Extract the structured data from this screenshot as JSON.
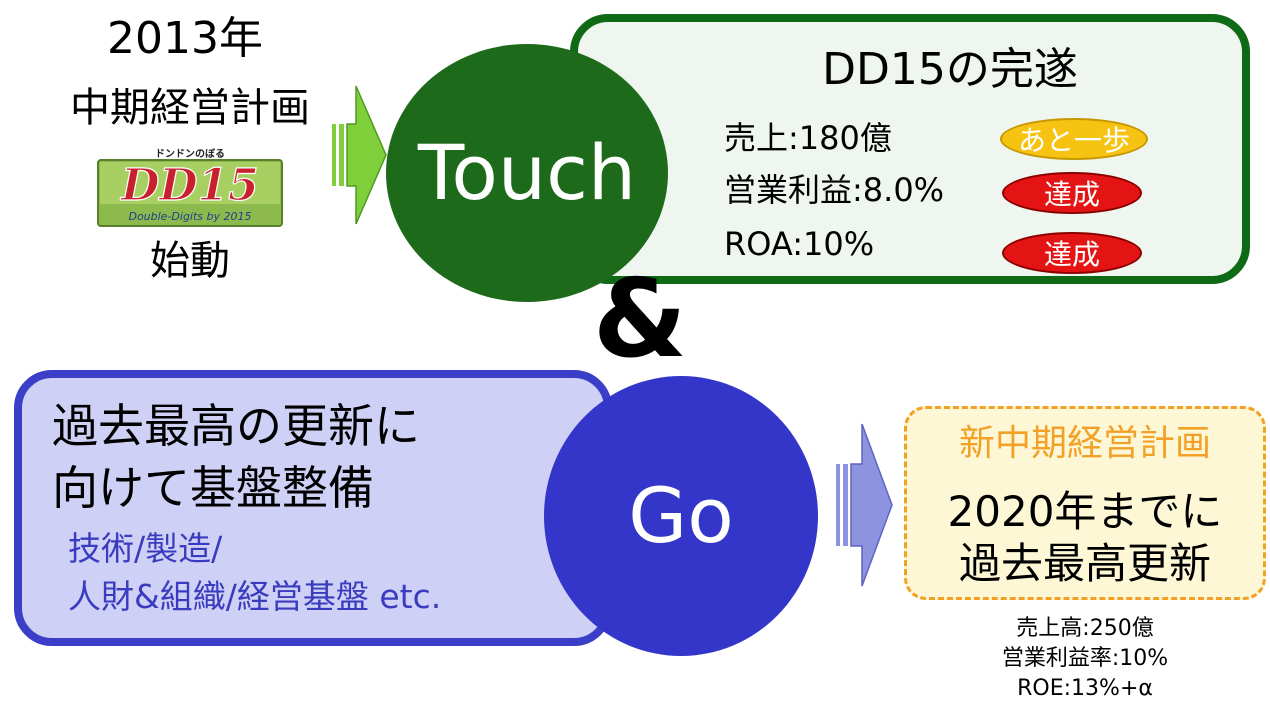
{
  "plan": {
    "year": "2013年",
    "name": "中期経営計画",
    "start": "始動",
    "logo": {
      "ruby": "ドンドンのぼる",
      "main": "DD15",
      "tagline": "Double-Digits by 2015"
    }
  },
  "touch": {
    "circle_label": "Touch",
    "title": "DD15の完遂",
    "metrics": [
      {
        "label": "売上:180億",
        "status": "あと一歩"
      },
      {
        "label": "営業利益:8.0%",
        "status": "達成"
      },
      {
        "label": "ROA:10%",
        "status": "達成"
      }
    ]
  },
  "connector": "&",
  "go": {
    "circle_label": "Go",
    "lines": [
      "過去最高の更新に",
      "向けて基盤整備"
    ],
    "sub_lines": [
      "技術/製造/",
      "人財&組織/経営基盤 etc."
    ]
  },
  "new_plan": {
    "title": "新中期経営計画",
    "goal_lines": [
      "2020年までに",
      "過去最高更新"
    ],
    "targets": [
      "売上高:250億",
      "営業利益率:10%",
      "ROE:13%+α"
    ]
  },
  "colors": {
    "touch_green": "#1d6a1a",
    "go_blue": "#3336c8",
    "achieved_red": "#e51414",
    "almost_yellow": "#f6c313",
    "new_plan_orange": "#f2a126",
    "arrow_green": "#7fcf3a",
    "arrow_blue": "#8e93e0"
  }
}
